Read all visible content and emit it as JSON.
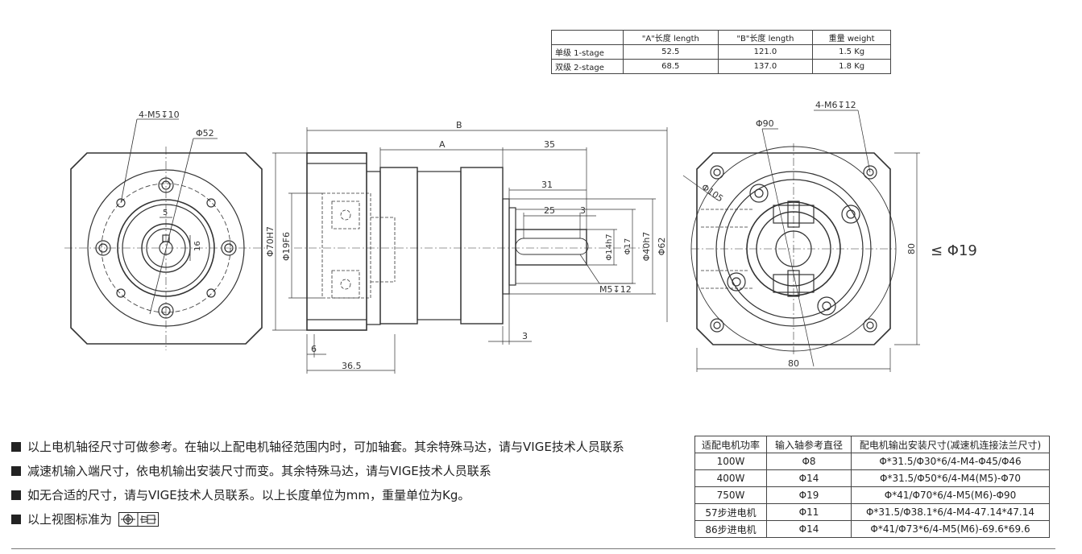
{
  "spec_table": {
    "headers": [
      "",
      "\"A\"长度 length",
      "\"B\"长度 length",
      "重量 weight"
    ],
    "rows": [
      [
        "单级 1-stage",
        "52.5",
        "121.0",
        "1.5 Kg"
      ],
      [
        "双级 2-stage",
        "68.5",
        "137.0",
        "1.8 Kg"
      ]
    ]
  },
  "dims": {
    "front_holes": "4-M5↧10",
    "front_pcd": "Φ52",
    "front_key": "5",
    "front_shaft_h": "16",
    "B": "B",
    "A": "A",
    "d35": "35",
    "d31": "31",
    "d25": "25",
    "d3a": "3",
    "d3b": "3",
    "d6": "6",
    "d36_5": "36.5",
    "phi70": "Φ70H7",
    "phi19": "Φ19F6",
    "phi14": "Φ14h7",
    "phi17": "Φ17",
    "phi40": "Φ40h7",
    "phi62": "Φ62",
    "m5": "M5↧12",
    "rear_holes": "4-M6↧12",
    "rear_pcd": "Φ90",
    "rear_circle": "Φ105",
    "d80h": "80",
    "d80v": "80",
    "shaft_limit": "≤ Φ19"
  },
  "notes": [
    "以上电机轴径尺寸可做参考。在轴以上配电机轴径范围内时，可加轴套。其余特殊马达，请与VIGE技术人员联系",
    "减速机输入端尺寸，依电机输出安装尺寸而变。其余特殊马达，请与VIGE技术人员联系",
    "如无合适的尺寸，请与VIGE技术人员联系。以上长度单位为mm，重量单位为Kg。",
    "以上视图标准为"
  ],
  "motor_table": {
    "headers": [
      "适配电机功率",
      "输入轴参考直径",
      "配电机输出安装尺寸(减速机连接法兰尺寸)"
    ],
    "rows": [
      [
        "100W",
        "Φ8",
        "Φ*31.5/Φ30*6/4-M4-Φ45/Φ46"
      ],
      [
        "400W",
        "Φ14",
        "Φ*31.5/Φ50*6/4-M4(M5)-Φ70"
      ],
      [
        "750W",
        "Φ19",
        "Φ*41/Φ70*6/4-M5(M6)-Φ90"
      ],
      [
        "57步进电机",
        "Φ11",
        "Φ*31.5/Φ38.1*6/4-M4-47.14*47.14"
      ],
      [
        "86步进电机",
        "Φ14",
        "Φ*41/Φ73*6/4-M5(M6)-69.6*69.6"
      ]
    ]
  }
}
